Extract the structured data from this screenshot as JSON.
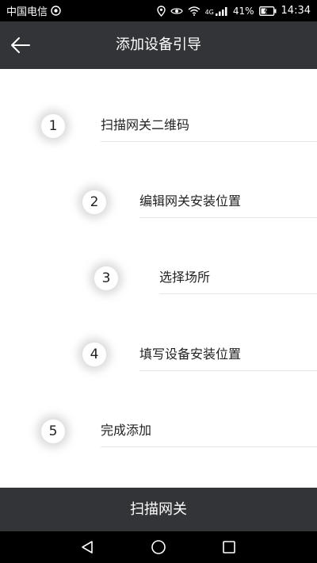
{
  "status_bar": {
    "carrier": "中国电信",
    "network": "4G",
    "battery": "41%",
    "time": "14:34"
  },
  "header": {
    "title": "添加设备引导",
    "back_icon": "arrow-left-icon"
  },
  "steps": [
    {
      "number": "1",
      "label": "扫描网关二维码"
    },
    {
      "number": "2",
      "label": "编辑网关安装位置"
    },
    {
      "number": "3",
      "label": "选择场所"
    },
    {
      "number": "4",
      "label": "填写设备安装位置"
    },
    {
      "number": "5",
      "label": "完成添加"
    }
  ],
  "colors": {
    "arc": "#3dbf88",
    "bar_background": "#333438"
  },
  "bottom_button": {
    "label": "扫描网关"
  },
  "nav": {
    "back_icon": "triangle-back-icon",
    "home_icon": "circle-home-icon",
    "recents_icon": "square-recents-icon"
  }
}
